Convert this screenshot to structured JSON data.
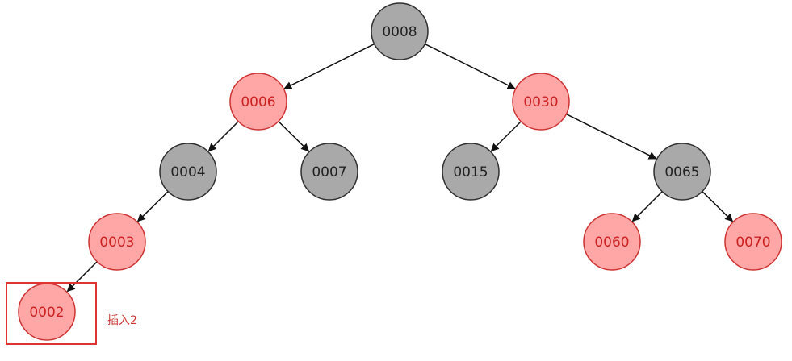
{
  "colors": {
    "black_node_fill": "#a9a9a9",
    "black_node_stroke": "#2f2f2f",
    "black_node_text": "#222222",
    "red_node_fill": "#ffa6a6",
    "red_node_stroke": "#cc3333",
    "red_node_text": "#cc2222",
    "edge": "#111111",
    "highlight_box": "#dd3333",
    "annotation_text": "#cc3333"
  },
  "tree": {
    "nodes": [
      {
        "id": "n0008",
        "label": "0008",
        "color": "black"
      },
      {
        "id": "n0006",
        "label": "0006",
        "color": "red"
      },
      {
        "id": "n0030",
        "label": "0030",
        "color": "red"
      },
      {
        "id": "n0004",
        "label": "0004",
        "color": "black"
      },
      {
        "id": "n0007",
        "label": "0007",
        "color": "black"
      },
      {
        "id": "n0015",
        "label": "0015",
        "color": "black"
      },
      {
        "id": "n0065",
        "label": "0065",
        "color": "black"
      },
      {
        "id": "n0003",
        "label": "0003",
        "color": "red"
      },
      {
        "id": "n0060",
        "label": "0060",
        "color": "red"
      },
      {
        "id": "n0070",
        "label": "0070",
        "color": "red"
      },
      {
        "id": "n0002",
        "label": "0002",
        "color": "red"
      }
    ],
    "edges": [
      {
        "from": "n0008",
        "to": "n0006"
      },
      {
        "from": "n0008",
        "to": "n0030"
      },
      {
        "from": "n0006",
        "to": "n0004"
      },
      {
        "from": "n0006",
        "to": "n0007"
      },
      {
        "from": "n0030",
        "to": "n0015"
      },
      {
        "from": "n0030",
        "to": "n0065"
      },
      {
        "from": "n0004",
        "to": "n0003"
      },
      {
        "from": "n0065",
        "to": "n0060"
      },
      {
        "from": "n0065",
        "to": "n0070"
      },
      {
        "from": "n0003",
        "to": "n0002"
      }
    ]
  },
  "highlight": {
    "node": "n0002",
    "annotation": "插入2"
  }
}
